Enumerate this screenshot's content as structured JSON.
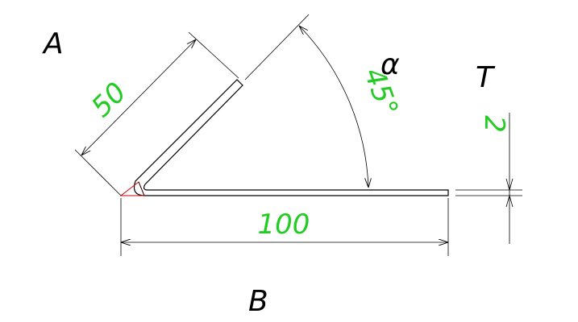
{
  "labels": {
    "point_a": "A",
    "point_b": "B",
    "angle_symbol": "α",
    "thickness_symbol": "T"
  },
  "dimensions": {
    "flange_length": "50",
    "base_length": "100",
    "angle": "45°",
    "thickness": "2"
  },
  "colors": {
    "dimension_text": "#22cc22",
    "bend_fill": "#cc0000",
    "lines": "#000000"
  }
}
